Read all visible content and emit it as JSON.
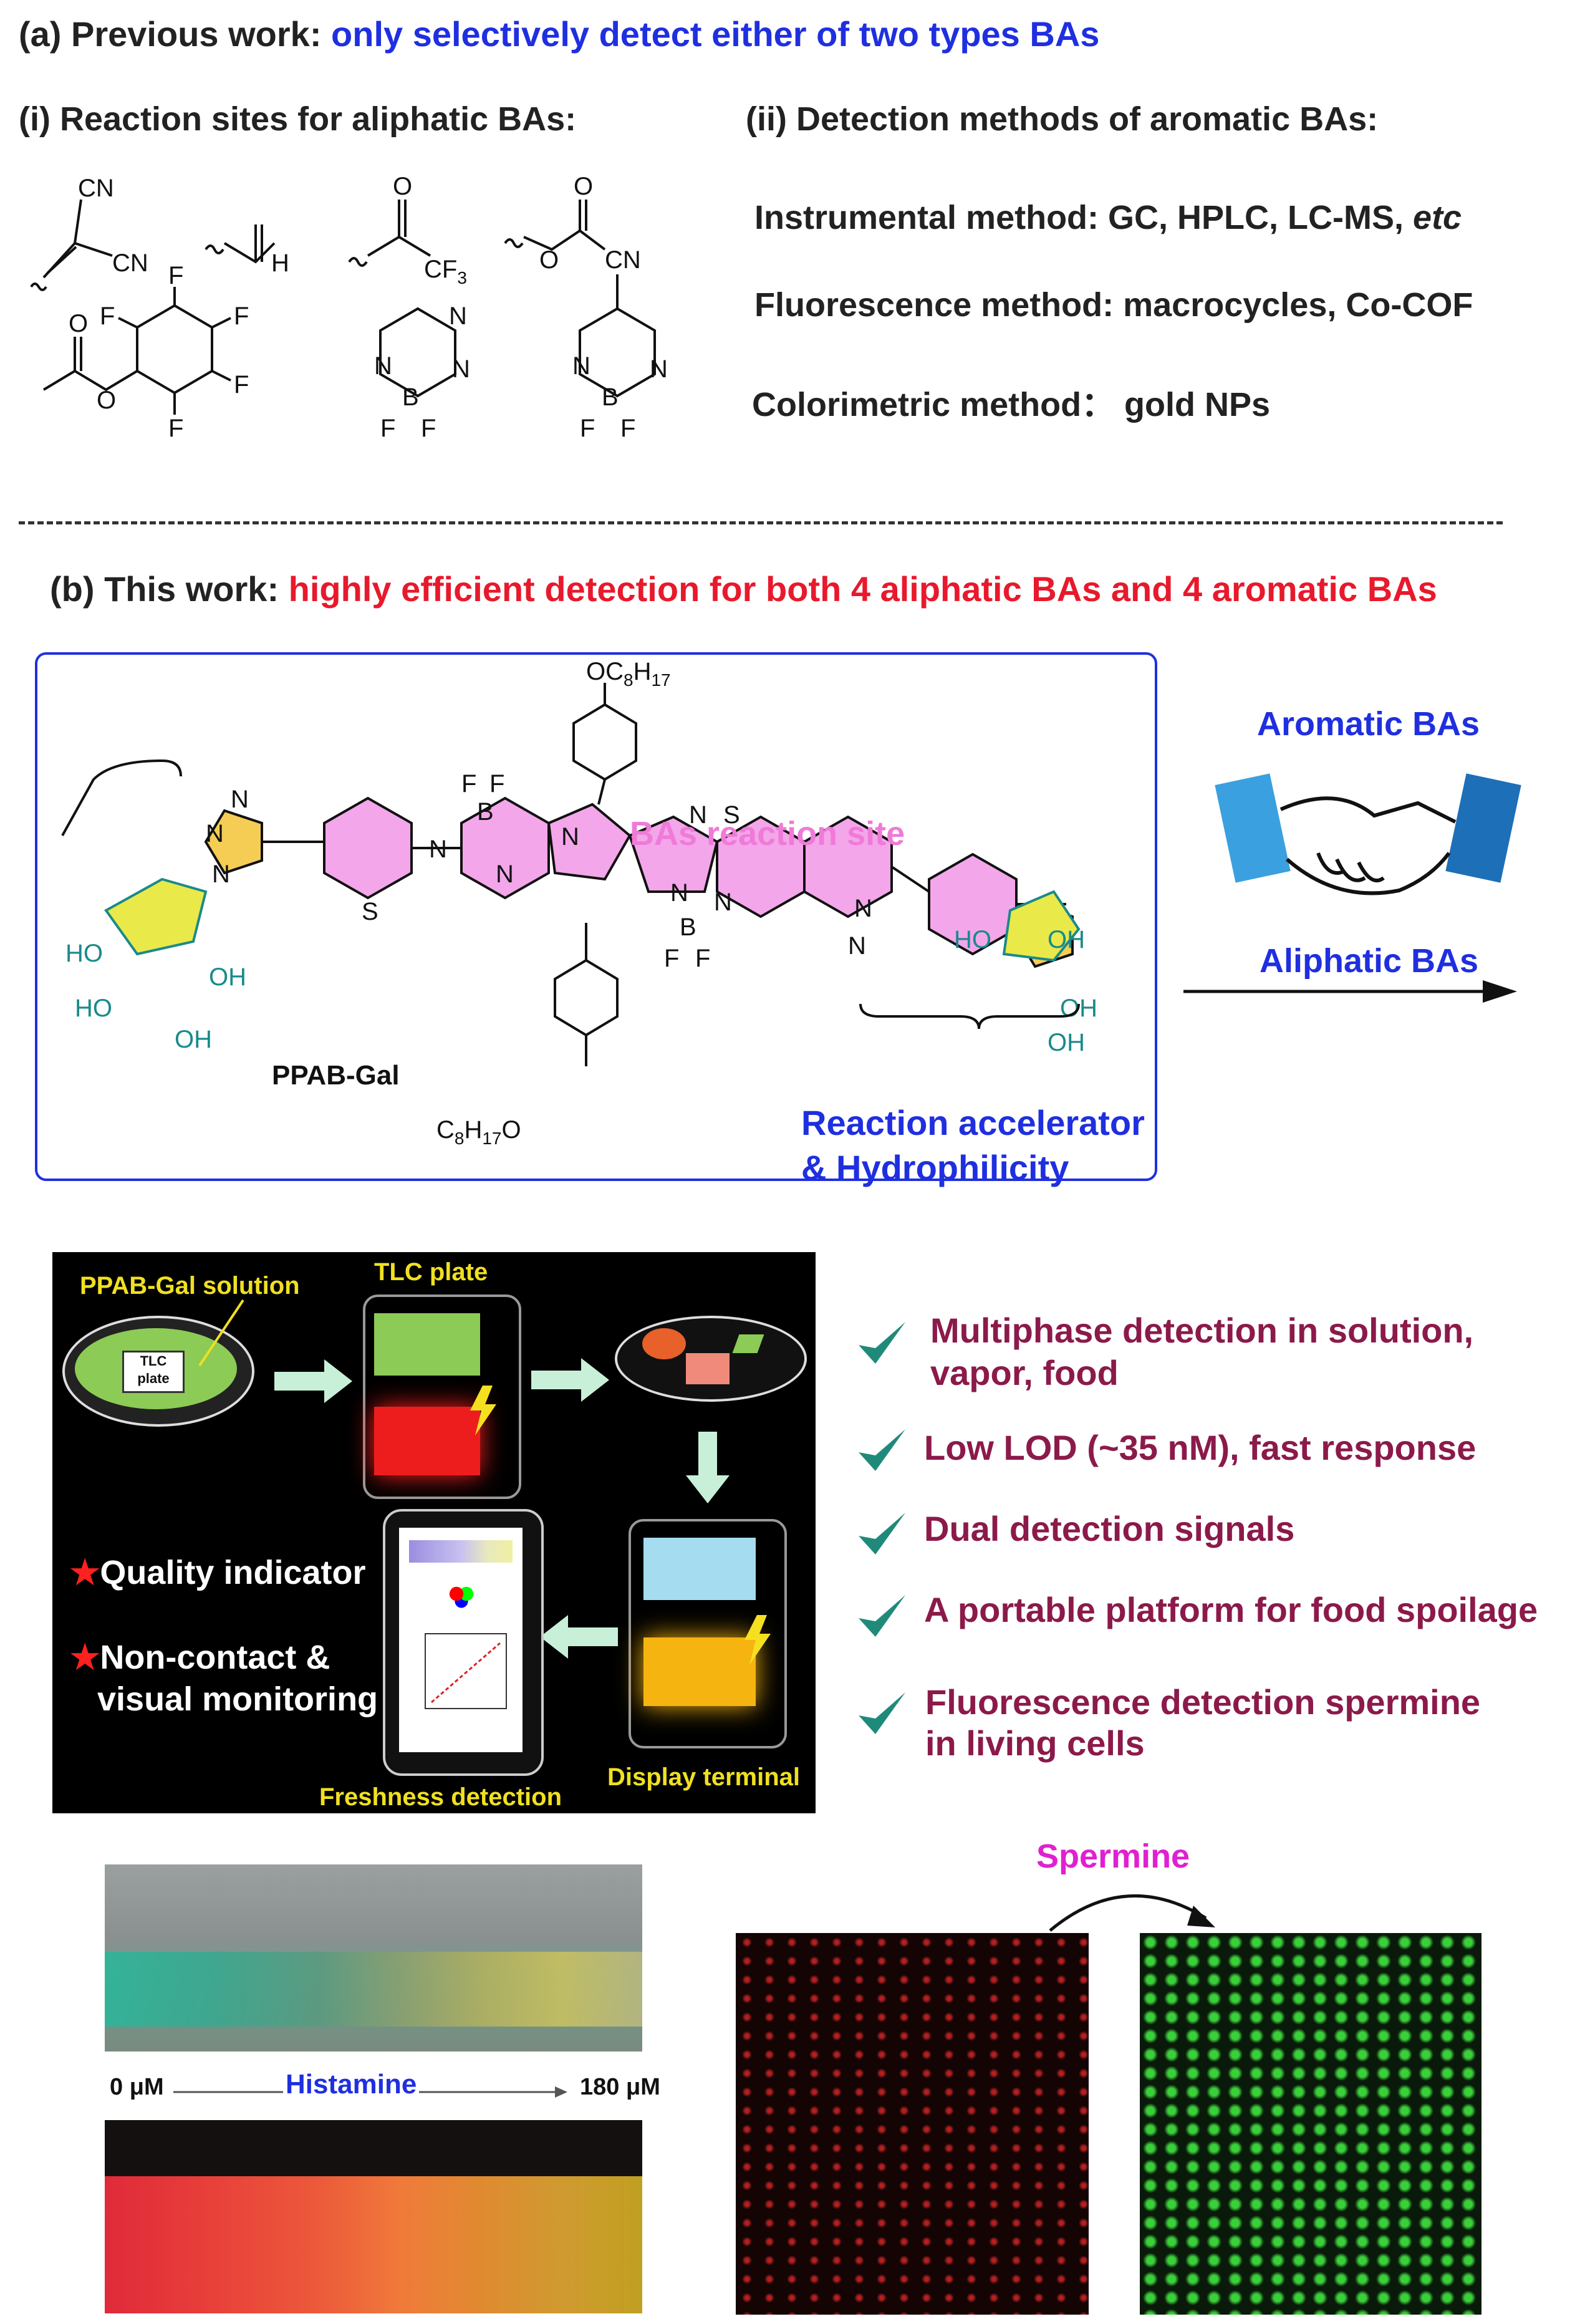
{
  "section_a": {
    "label": "(a) Previous work:",
    "highlight": "only selectively detect either of two types BAs",
    "i_title": "(i)  Reaction sites for aliphatic BAs:",
    "ii_title": "(ii) Detection methods of aromatic BAs:",
    "methods": [
      {
        "label": "Instrumental method: GC, HPLC, LC-MS,",
        "extra": "etc"
      },
      {
        "label": "Fluorescence method: macrocycles, Co-COF",
        "extra": ""
      },
      {
        "label": "Colorimetric method：  gold NPs",
        "extra": ""
      }
    ]
  },
  "section_b": {
    "label": "(b) This work:",
    "highlight": "highly efficient detection for both 4 aliphatic BAs and 4 aromatic BAs",
    "molecule": {
      "name": "PPAB-Gal",
      "top_group": "OC8H17",
      "bottom_group": "C8H17O",
      "site_label": "BAs reaction site",
      "accelerator_line1": "Reaction accelerator",
      "accelerator_line2": "& Hydrophilicity"
    },
    "arrow_top": "Aromatic BAs",
    "arrow_bottom": "Aliphatic BAs"
  },
  "workflow": {
    "solution_label": "PPAB-Gal solution",
    "tlc_label": "TLC plate",
    "tlc_in_dish": "TLC plate",
    "quality": "Quality indicator",
    "noncontact_1": "Non-contact &",
    "noncontact_2": "visual monitoring",
    "freshness": "Freshness detection",
    "display": "Display terminal"
  },
  "features": [
    {
      "line1": "Multiphase detection in solution,",
      "line2": "vapor, food"
    },
    {
      "line1": "Low LOD (~35 nM), fast response",
      "line2": ""
    },
    {
      "line1": "Dual detection signals",
      "line2": ""
    },
    {
      "line1": "A portable platform for food spoilage",
      "line2": ""
    },
    {
      "line1": "Fluorescence detection spermine",
      "line2": "in living cells"
    }
  ],
  "histamine": {
    "start": "0 μM",
    "label": "Histamine",
    "end": "180 μM"
  },
  "spermine_label": "Spermine",
  "colors": {
    "blue": "#1f2fe0",
    "red": "#e8192c",
    "pink": "#f07ad8",
    "teal": "#1a8a8a",
    "maroon": "#8b1a4a",
    "yellow": "#f0e020",
    "magenta": "#e020d0"
  }
}
